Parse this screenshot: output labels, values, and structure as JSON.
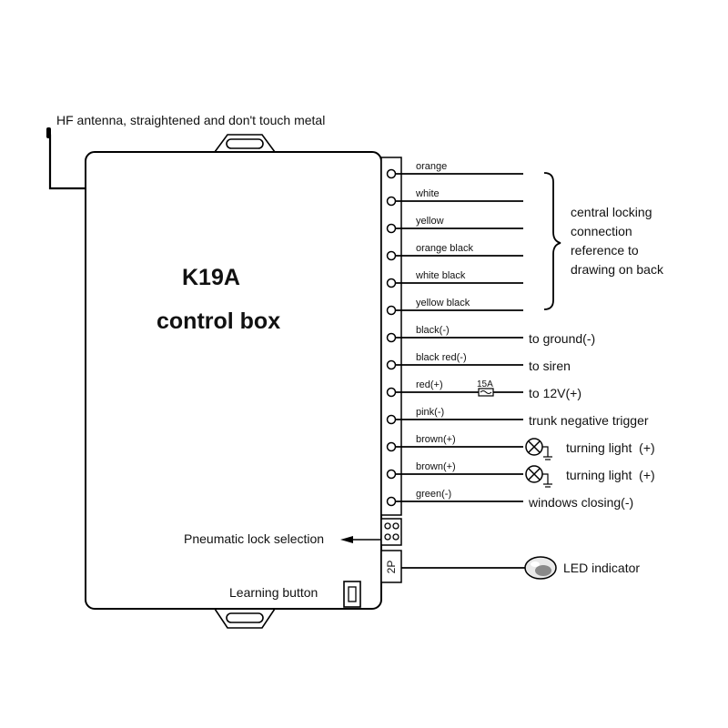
{
  "antenna_note": "HF antenna, straightened and don't touch metal",
  "box": {
    "model": "K19A",
    "name": "control box"
  },
  "central_locking_note": [
    "central locking",
    "connection",
    "reference to",
    "drawing on back"
  ],
  "wires": [
    {
      "label": "orange",
      "dest": ""
    },
    {
      "label": "white",
      "dest": ""
    },
    {
      "label": "yellow",
      "dest": ""
    },
    {
      "label": "orange black",
      "dest": ""
    },
    {
      "label": "white black",
      "dest": ""
    },
    {
      "label": "yellow black",
      "dest": ""
    },
    {
      "label": "black(-)",
      "dest": "to ground(-)"
    },
    {
      "label": "black red(-)",
      "dest": "to siren"
    },
    {
      "label": "red(+)",
      "dest": "to 12V(+)",
      "fuse": "15A"
    },
    {
      "label": "pink(-)",
      "dest": "trunk negative trigger"
    },
    {
      "label": "brown(+)",
      "dest": "turning light  (+)",
      "lamp": true
    },
    {
      "label": "brown(+)",
      "dest": "turning light  (+)",
      "lamp": true
    },
    {
      "label": "green(-)",
      "dest": "windows closing(-)"
    }
  ],
  "pneumatic_label": "Pneumatic lock selection",
  "connector_2p": "2P",
  "led_label": "LED indicator",
  "learning_label": "Learning button"
}
